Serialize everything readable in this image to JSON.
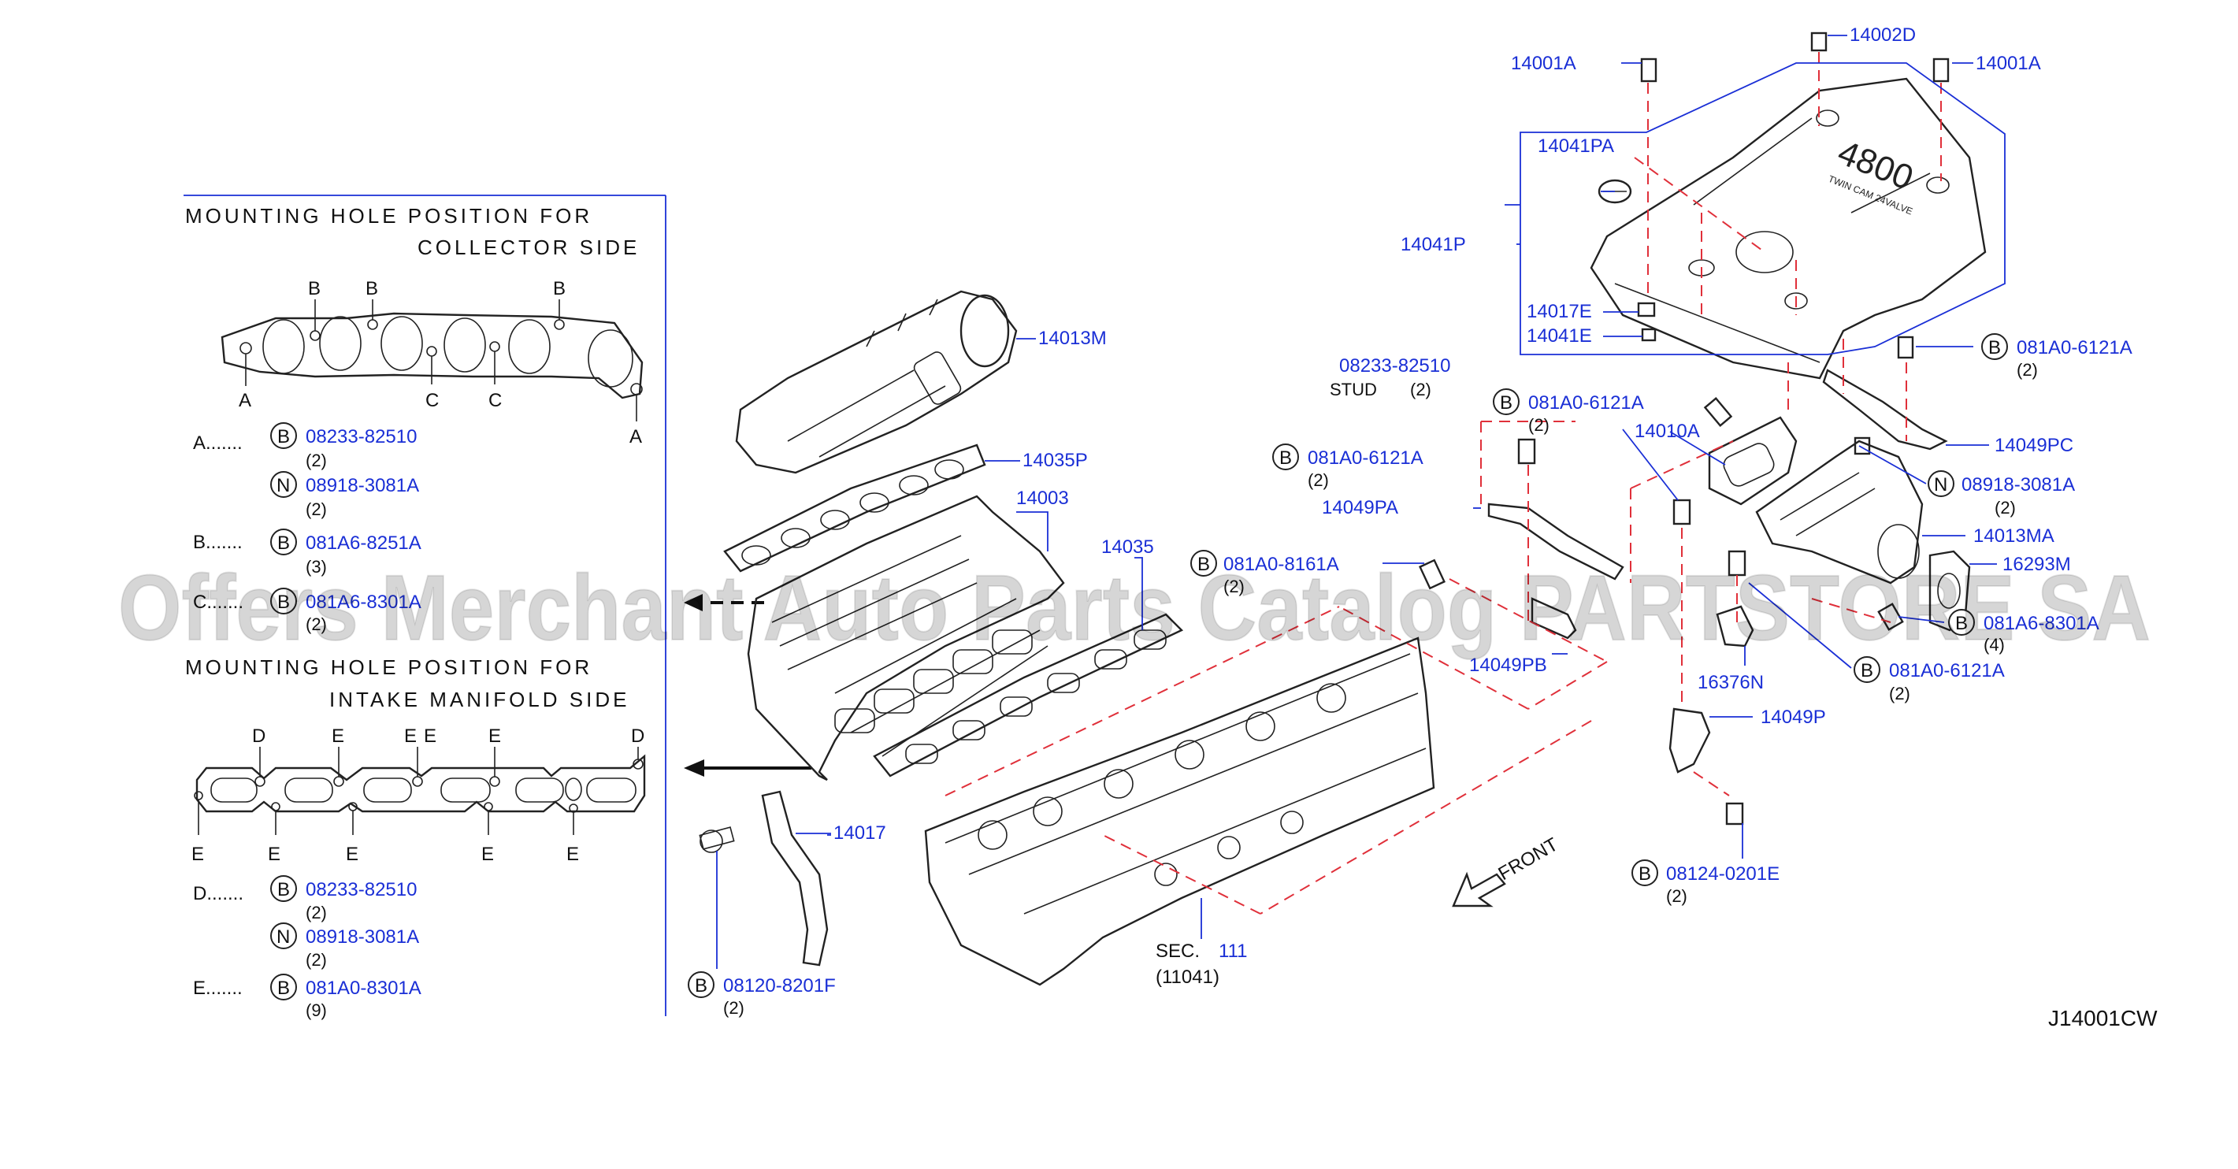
{
  "watermark": "Offers Merchant Auto Parts Catalog PARTSTORE SA",
  "diagram_code": "J14001CW",
  "collector_side": {
    "heading_line1": "MOUNTING   HOLE   POSITION   FOR",
    "heading_line2": "COLLECTOR   SIDE",
    "hole_letters": [
      "B",
      "B",
      "B",
      "A",
      "C",
      "C",
      "A"
    ],
    "legend": [
      {
        "key": "A.......",
        "rows": [
          {
            "type": "B",
            "part": "08233-82510",
            "qty": "(2)"
          },
          {
            "type": "N",
            "part": "08918-3081A",
            "qty": "(2)"
          }
        ]
      },
      {
        "key": "B.......",
        "rows": [
          {
            "type": "B",
            "part": "081A6-8251A",
            "qty": "(3)"
          }
        ]
      },
      {
        "key": "C.......",
        "rows": [
          {
            "type": "B",
            "part": "081A6-8301A",
            "qty": "(2)"
          }
        ]
      }
    ]
  },
  "intake_side": {
    "heading_line1": "MOUNTING   HOLE   POSITION   FOR",
    "heading_line2": "INTAKE   MANIFOLD   SIDE",
    "hole_letters": [
      "D",
      "E",
      "E",
      "E",
      "E",
      "D",
      "E",
      "E",
      "E",
      "E",
      "E"
    ],
    "legend": [
      {
        "key": "D.......",
        "rows": [
          {
            "type": "B",
            "part": "08233-82510",
            "qty": "(2)"
          },
          {
            "type": "N",
            "part": "08918-3081A",
            "qty": "(2)"
          }
        ]
      },
      {
        "key": "E.......",
        "rows": [
          {
            "type": "B",
            "part": "081A0-8301A",
            "qty": "(9)"
          }
        ]
      }
    ]
  },
  "callouts": {
    "p14013M": "14013M",
    "p14035P": "14035P",
    "p14003": "14003",
    "p14035": "14035",
    "p14017": "14017",
    "p08120": "08120-8201F",
    "p08120_qty": "(2)",
    "sec_line1": "SEC.",
    "sec_num": "111",
    "sec_line2": "(11041)",
    "p081A0_8161A": "081A0-8161A",
    "p081A0_8161A_qty": "(2)",
    "p14049PB": "14049PB",
    "p081A0_6121A_left": "081A0-6121A",
    "p081A0_6121A_left_qty": "(2)",
    "p14049PA": "14049PA",
    "p08233_stud": "08233-82510",
    "stud_label": "STUD",
    "stud_qty": "(2)",
    "p081A0_6121A_mid": "081A0-6121A",
    "p081A0_6121A_mid_qty": "(2)",
    "p14010A": "14010A",
    "p14001A_left": "14001A",
    "p14002D": "14002D",
    "p14001A_right": "14001A",
    "p14041PA": "14041PA",
    "p14041P": "14041P",
    "p14017E": "14017E",
    "p14041E": "14041E",
    "p081A0_6121A_right": "081A0-6121A",
    "p081A0_6121A_right_qty": "(2)",
    "p14049PC": "14049PC",
    "p08918": "08918-3081A",
    "p08918_qty": "(2)",
    "p14013MA": "14013MA",
    "p16293M": "16293M",
    "p081A6": "081A6-8301A",
    "p081A6_qty": "(4)",
    "p081A0_6121A_low": "081A0-6121A",
    "p081A0_6121A_low_qty": "(2)",
    "p16376N": "16376N",
    "p14049P": "14049P",
    "p08124": "08124-0201E",
    "p08124_qty": "(2)",
    "front": "FRONT",
    "cover_badge": "4800",
    "cover_sub": "TWIN   CAM   24VALVE"
  }
}
